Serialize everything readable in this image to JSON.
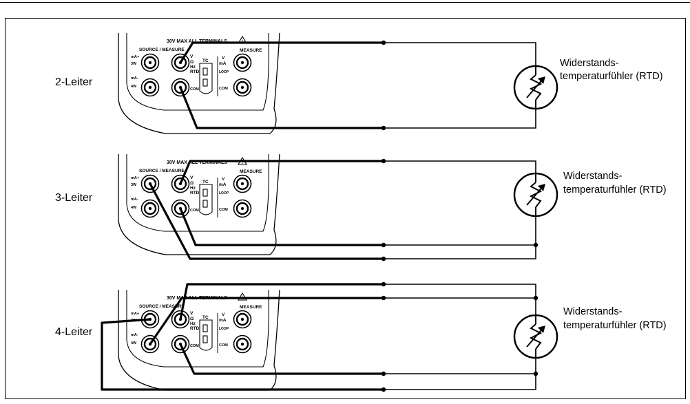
{
  "configurations": [
    {
      "label": "2-Leiter",
      "rtd_line1": "Widerstands-",
      "rtd_line2": "temperaturfühler (RTD)"
    },
    {
      "label": "3-Leiter",
      "rtd_line1": "Widerstands-",
      "rtd_line2": "temperaturfühler (RTD)"
    },
    {
      "label": "4-Leiter",
      "rtd_line1": "Widerstands-",
      "rtd_line2": "temperaturfühler (RTD)"
    }
  ],
  "panel": {
    "warning": "30V MAX ALL TERMINALS",
    "source_measure": "SOURCE / MEASURE",
    "measure": "MEASURE",
    "ma_plus": "mA+",
    "three_w": "3W",
    "ma_minus": "mA-",
    "four_w": "4W",
    "v": "V",
    "omega": "Ω",
    "hz": "Hz",
    "rtd": "RTD",
    "com": "COM",
    "tc": "TC",
    "ma": "mA",
    "loop": "LOOP"
  },
  "colors": {
    "line": "#000000",
    "background": "#ffffff"
  }
}
